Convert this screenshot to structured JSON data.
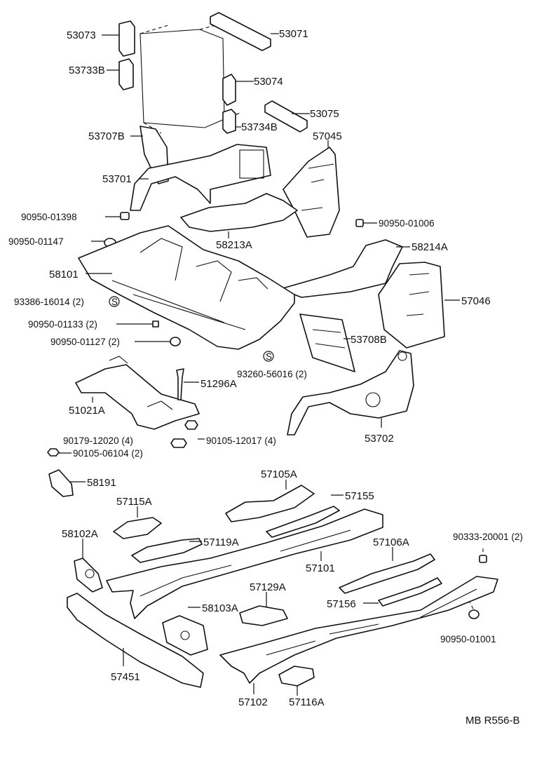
{
  "labels": {
    "p53071": "53071",
    "p53073": "53073",
    "p53733B": "53733B",
    "p53074": "53074",
    "p53075": "53075",
    "p53734B": "53734B",
    "p53707B": "53707B",
    "p57045": "57045",
    "p53701": "53701",
    "p90950_01398": "90950-01398",
    "p90950_01006": "90950-01006",
    "p90950_01147": "90950-01147",
    "p58213A": "58213A",
    "p58214A": "58214A",
    "p58101": "58101",
    "p93386_16014": "93386-16014 (2)",
    "p57046": "57046",
    "p90950_01133": "90950-01133 (2)",
    "p53708B": "53708B",
    "p90950_01127": "90950-01127 (2)",
    "p93260_56016": "93260-56016 (2)",
    "p51296A": "51296A",
    "p51021A": "51021A",
    "p53702": "53702",
    "p90179_12020": "90179-12020 (4)",
    "p90105_12017": "90105-12017 (4)",
    "p90105_06104": "90105-06104 (2)",
    "p58191": "58191",
    "p57105A": "57105A",
    "p57155": "57155",
    "p57115A": "57115A",
    "p58102A": "58102A",
    "p57119A": "57119A",
    "p57101": "57101",
    "p57106A": "57106A",
    "p90333_20001": "90333-20001 (2)",
    "p57129A": "57129A",
    "p57156": "57156",
    "p58103A": "58103A",
    "p90950_01001": "90950-01001",
    "p57451": "57451",
    "p57102": "57102",
    "p57116A": "57116A",
    "diagram_code": "MB R556-B"
  },
  "markers": {
    "screw_symbol": "S"
  }
}
